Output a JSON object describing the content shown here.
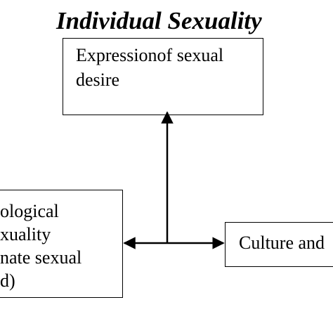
{
  "title": "Individual Sexuality",
  "nodes": {
    "top": {
      "lines": [
        "Expressionof sexual",
        "desire"
      ]
    },
    "left": {
      "lines": [
        "ological",
        "xuality",
        "nate sexual",
        "d)"
      ]
    },
    "right": {
      "lines": [
        "Culture and"
      ]
    }
  },
  "edges": [
    {
      "from": "junction",
      "to": "top",
      "arrow": "end"
    },
    {
      "from": "junction",
      "to": "left",
      "arrow": "end"
    },
    {
      "from": "junction",
      "to": "right",
      "arrow": "end"
    }
  ]
}
